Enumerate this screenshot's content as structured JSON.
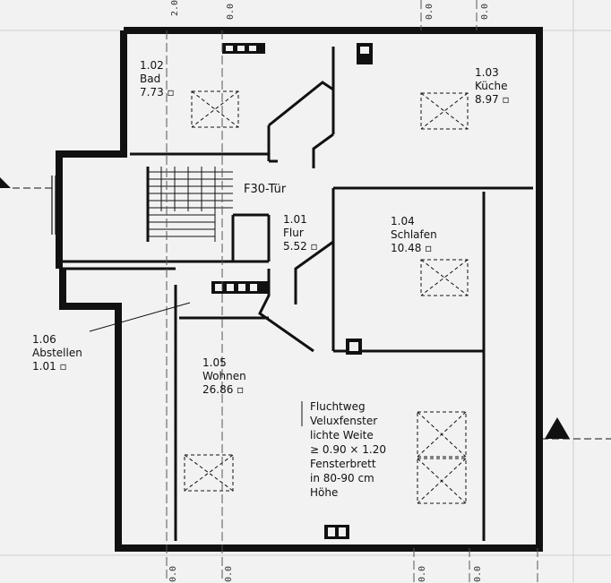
{
  "rooms": [
    {
      "id": "1.02",
      "name": "Bad",
      "area": "7.73 ▫"
    },
    {
      "id": "1.03",
      "name": "Küche",
      "area": "8.97 ▫"
    },
    {
      "id": "1.01",
      "name": "Flur",
      "area": "5.52 ▫"
    },
    {
      "id": "1.04",
      "name": "Schlafen",
      "area": "10.48 ▫"
    },
    {
      "id": "1.05",
      "name": "Wohnen",
      "area": "26.86 ▫"
    },
    {
      "id": "1.06",
      "name": "Abstellen",
      "area": "1.01 ▫"
    }
  ],
  "door_label": "F30-Tür",
  "note": {
    "lines": [
      "Fluchtweg",
      "Veluxfenster",
      "lichte Weite",
      "≥ 0.90 × 1.20",
      "Fensterbrett",
      "in 80-90 cm",
      "Höhe"
    ]
  },
  "dimension_marks": {
    "top": [
      "2.0",
      "0.0",
      "0.0",
      "0.0"
    ],
    "bottom": [
      "0.0",
      "0.0",
      "0.0",
      "0.0"
    ]
  }
}
